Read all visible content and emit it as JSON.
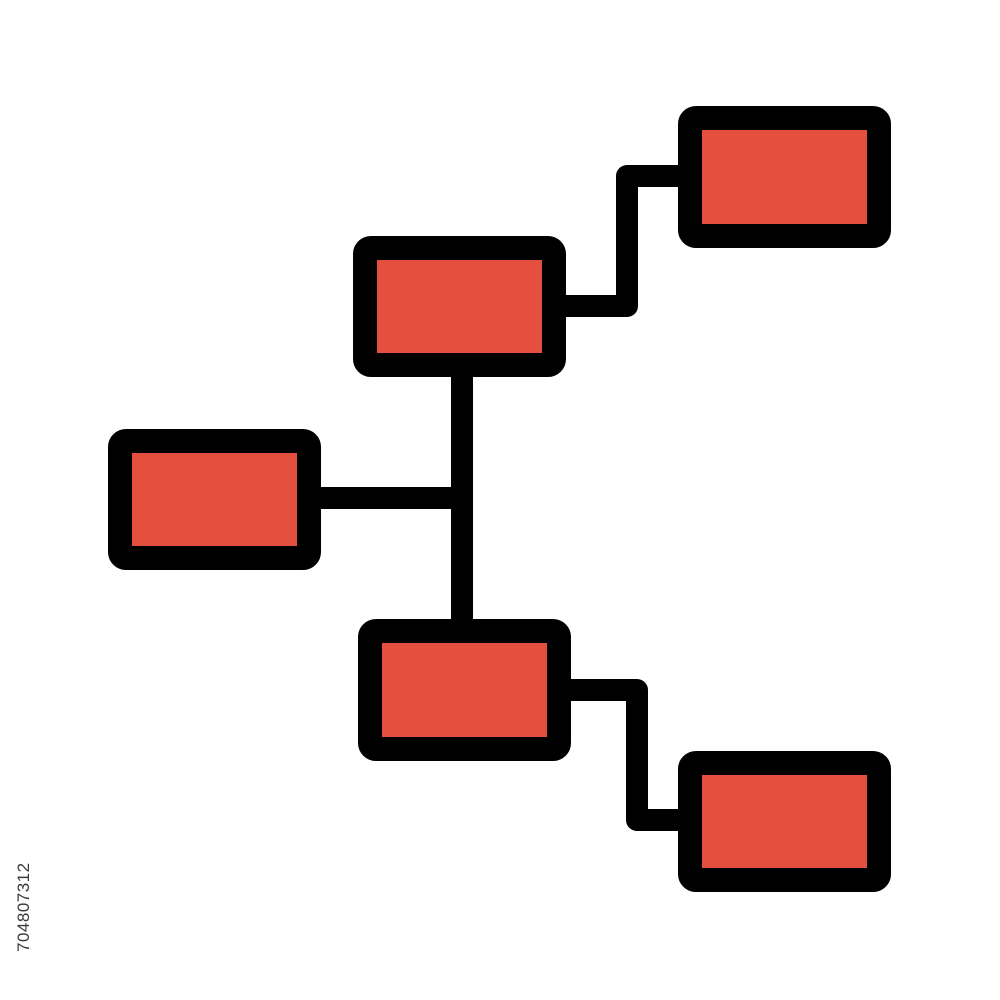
{
  "diagram": {
    "kind": "hierarchy-tree-icon",
    "colors": {
      "box_fill": "#e5503e",
      "stroke": "#000000",
      "background": "#ffffff"
    },
    "nodes": [
      {
        "id": "node-center-top",
        "label": ""
      },
      {
        "id": "node-top-right",
        "label": ""
      },
      {
        "id": "node-left",
        "label": ""
      },
      {
        "id": "node-center-bottom",
        "label": ""
      },
      {
        "id": "node-bottom-right",
        "label": ""
      }
    ],
    "edges": [
      {
        "from": "node-center-top",
        "to": "node-top-right"
      },
      {
        "from": "node-center-top",
        "to": "node-center-bottom"
      },
      {
        "from": "node-left",
        "to": "node-center-top"
      },
      {
        "from": "node-center-bottom",
        "to": "node-bottom-right"
      }
    ]
  },
  "watermark": {
    "image_id": "704807312"
  }
}
